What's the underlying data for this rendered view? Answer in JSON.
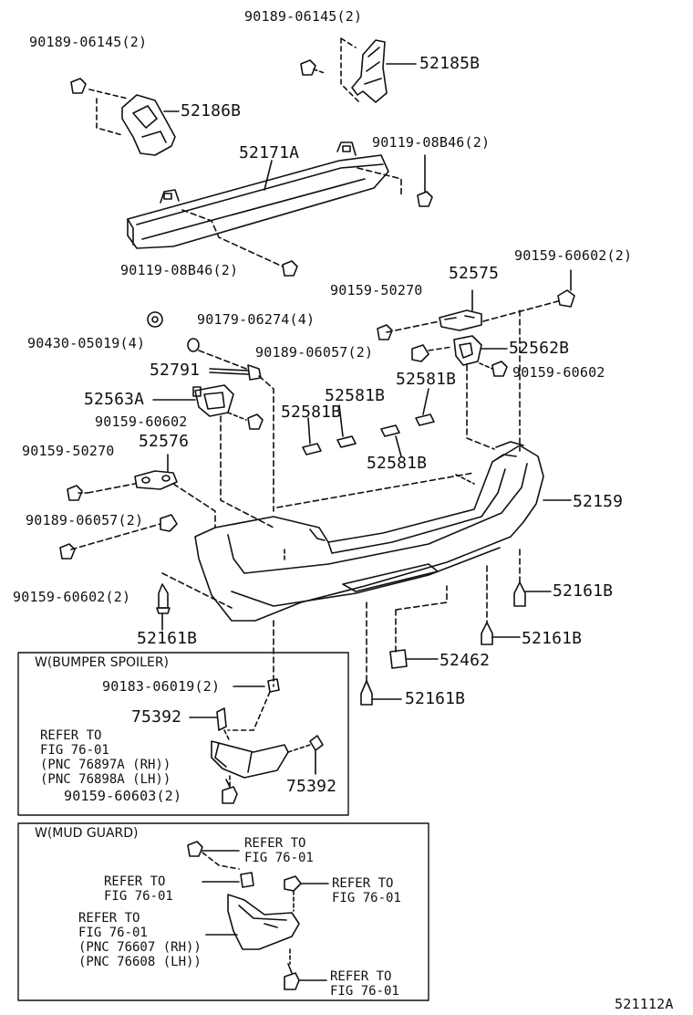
{
  "labels": {
    "p90189_06145_a": "90189-06145(2)",
    "p90189_06145_b": "90189-06145(2)",
    "p52185B": "52185B",
    "p52186B": "52186B",
    "p52171A": "52171A",
    "p90119_08B46_top": "90119-08B46(2)",
    "p90119_08B46_bot": "90119-08B46(2)",
    "p90159_60602_2a": "90159-60602(2)",
    "p52575": "52575",
    "p90159_50270_a": "90159-50270",
    "p90179_06274": "90179-06274(4)",
    "p90430_05019": "90430-05019(4)",
    "p90189_06057_a": "90189-06057(2)",
    "p52562B": "52562B",
    "p52791": "52791",
    "p90159_60602_r": "90159-60602",
    "p52581B_1": "52581B",
    "p52581B_2": "52581B",
    "p52563A": "52563A",
    "p52581B_3": "52581B",
    "p90159_60602_l": "90159-60602",
    "p90159_50270_b": "90159-50270",
    "p52576": "52576",
    "p52581B_4": "52581B",
    "p52159": "52159",
    "p90189_06057_b": "90189-06057(2)",
    "p90159_60602_2b": "90159-60602(2)",
    "p52161B_1": "52161B",
    "p52161B_2": "52161B",
    "p52161B_3": "52161B",
    "p52161B_4": "52161B",
    "p52462": "52462",
    "p90183_06019": "90183-06019(2)",
    "p75392_a": "75392",
    "p75392_b": "75392",
    "p90159_60603": "90159-60603(2)",
    "drawing_no": "521112A"
  },
  "spoiler_box": {
    "title": "W(BUMPER SPOILER)",
    "refer": [
      "REFER TO",
      "FIG  76-01",
      "(PNC 76897A (RH))",
      "(PNC 76898A (LH))"
    ]
  },
  "mudguard_box": {
    "title": "W(MUD GUARD)",
    "refer_a": [
      "REFER TO",
      "FIG  76-01"
    ],
    "refer_b": [
      "REFER TO",
      "FIG  76-01"
    ],
    "refer_c": [
      "REFER TO",
      "FIG  76-01"
    ],
    "refer_d": [
      "REFER TO",
      "FIG  76-01",
      "(PNC 76607 (RH))",
      "(PNC 76608 (LH))"
    ],
    "refer_e": [
      "REFER TO",
      "FIG  76-01"
    ]
  }
}
